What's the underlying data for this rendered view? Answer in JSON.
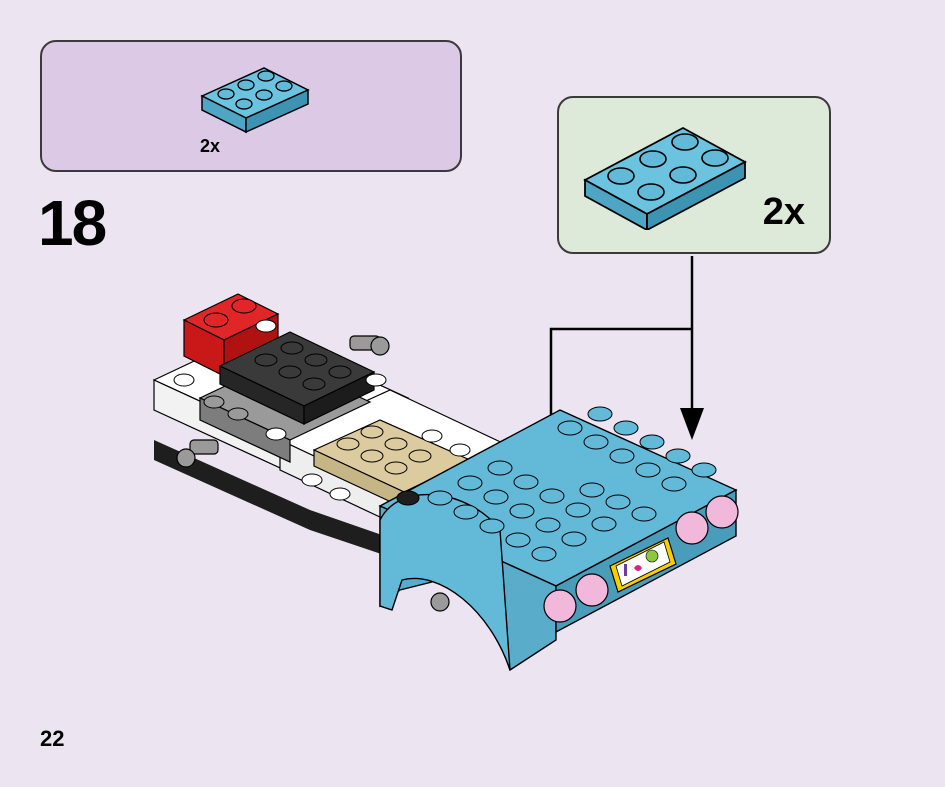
{
  "parts_list": {
    "quantity_label": "2x",
    "brick_color": "#62b9d8"
  },
  "step": {
    "number": "18"
  },
  "callout": {
    "quantity_label": "2x",
    "brick_color": "#62b9d8"
  },
  "page": {
    "number": "22"
  },
  "colors": {
    "background": "#ece4f1",
    "parts_panel": "#dcc9e6",
    "callout_panel": "#dde9d9",
    "azure": "#62b9d8",
    "red": "#d81e1e",
    "dark_gray": "#3a3a3a",
    "light_gray": "#9a9a9a",
    "tan": "#dccb9e",
    "white": "#ffffff",
    "pink_light": "#f2b8dc",
    "tile_yellow": "#f5d000"
  },
  "icons": [
    "plate-2x3-icon",
    "down-arrow-icon",
    "car-model-icon",
    "decorated-tile-icon"
  ]
}
